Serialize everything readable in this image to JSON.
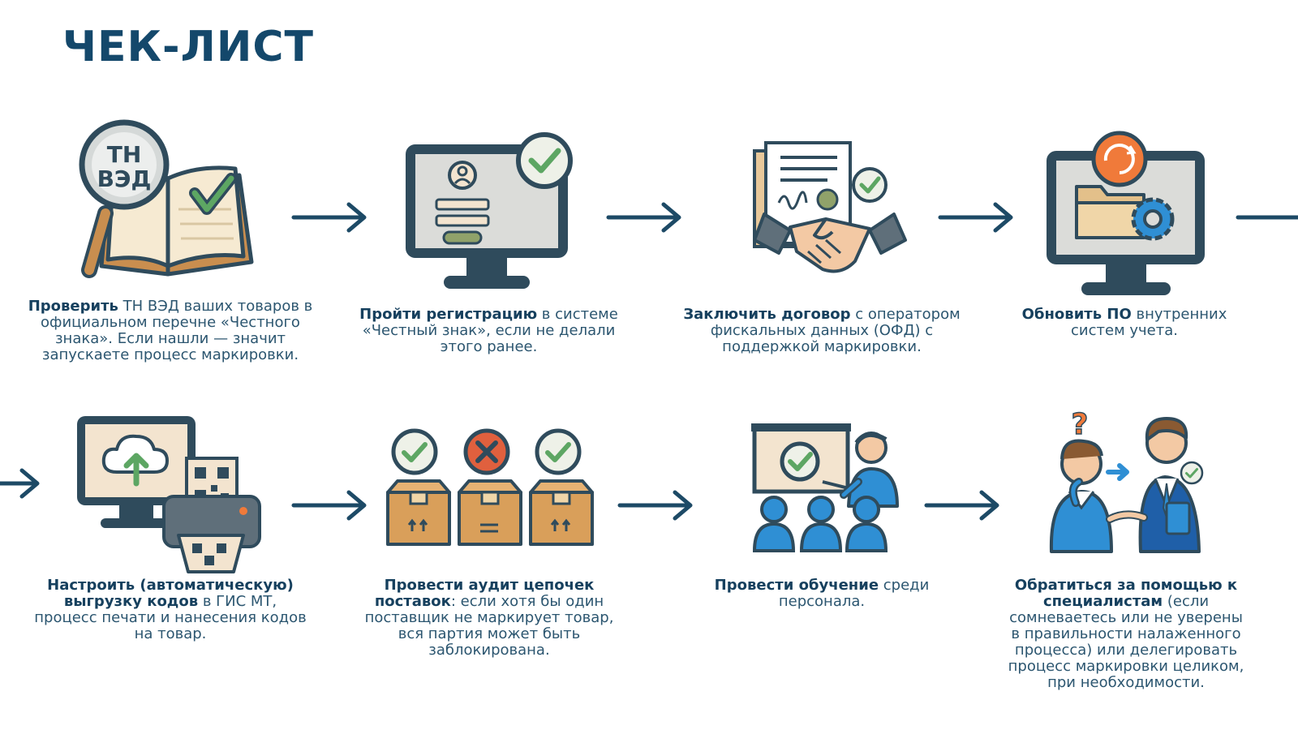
{
  "title": "ЧЕК-ЛИСТ",
  "colors": {
    "navy": "#14486b",
    "text": "#2c5670",
    "green_check": "#5da663",
    "red_cross": "#e0603e",
    "box": "#d99f5a",
    "blue_figure": "#2f8fd4",
    "orange": "#f07a3a"
  },
  "icons": {
    "ved_label_line1": "ТН",
    "ved_label_line2": "ВЭД"
  },
  "steps": [
    {
      "icon": "book-magnifier-icon",
      "bold": "Проверить",
      "text": " ТН ВЭД ваших товаров в официальном перечне «Честного знака». Если нашли — значит запускаете процесс маркировки."
    },
    {
      "icon": "registration-monitor-icon",
      "bold": "Пройти регистрацию",
      "text": " в системе «Честный знак», если не делали этого ранее."
    },
    {
      "icon": "contract-handshake-icon",
      "bold": "Заключить договор",
      "text": " с оператором фискальных данных (ОФД) с поддержкой маркировки."
    },
    {
      "icon": "software-update-icon",
      "bold": "Обновить ПО",
      "text": " внутренних систем учета."
    },
    {
      "icon": "upload-printer-icon",
      "bold": "Настроить (автоматическую) выгрузку кодов",
      "text": " в ГИС МТ, процесс печати и нанесения кодов на товар."
    },
    {
      "icon": "supply-boxes-icon",
      "bold": "Провести аудит цепочек поставок",
      "text": ": если хотя бы один поставщик не маркирует товар, вся партия может быть заблокирована."
    },
    {
      "icon": "staff-training-icon",
      "bold": "Провести обучение",
      "text": " среди персонала."
    },
    {
      "icon": "specialist-help-icon",
      "bold": "Обратиться за помощью к специалистам",
      "text": " (если сомневаетесь или не уверены в правильности налаженного процесса) или делегировать процесс маркировки целиком, при необходимости."
    }
  ]
}
